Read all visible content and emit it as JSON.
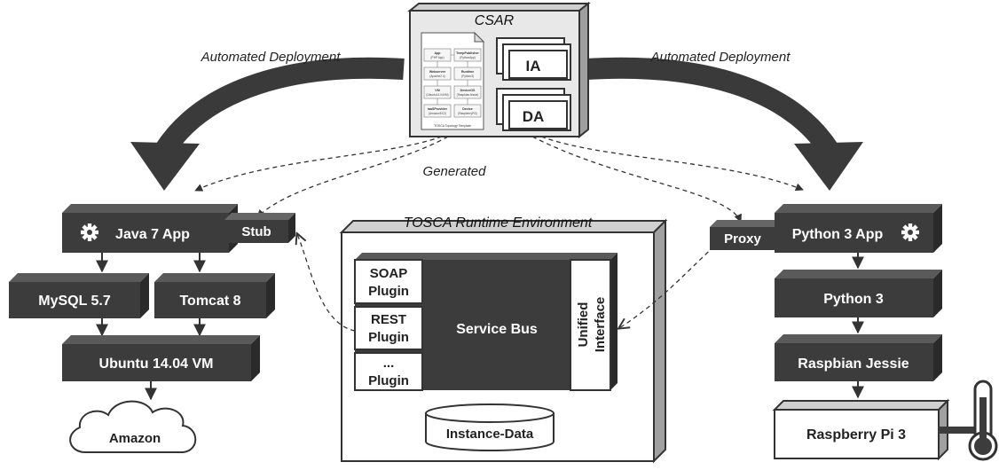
{
  "csar": {
    "title": "CSAR",
    "ia_label": "IA",
    "da_label": "DA",
    "topology": {
      "nodes_left": [
        {
          "name": "App",
          "type": "(PHP App)"
        },
        {
          "name": "Webserver",
          "type": "(Apache2.4)"
        },
        {
          "name": "VM",
          "type": "(Ubuntu14.04VM)"
        },
        {
          "name": "laaSProvider",
          "type": "(AmazonEC2)"
        }
      ],
      "nodes_right": [
        {
          "name": "TempPublisher",
          "type": "(PythonApp)"
        },
        {
          "name": "Runtime",
          "type": "(Python3)"
        },
        {
          "name": "DeviceOS",
          "type": "(RaspbianJessie)"
        },
        {
          "name": "Device",
          "type": "(RaspberryPi3)"
        }
      ],
      "caption": "TOSCA Topology Template"
    }
  },
  "labels": {
    "automated_deployment_left": "Automated Deployment",
    "automated_deployment_right": "Automated Deployment",
    "generated": "Generated"
  },
  "left_stack": {
    "app": "Java 7 App",
    "stub": "Stub",
    "mysql": "MySQL 5.7",
    "tomcat": "Tomcat 8",
    "ubuntu": "Ubuntu 14.04 VM",
    "cloud": "Amazon"
  },
  "runtime": {
    "title": "TOSCA Runtime Environment",
    "plugins": [
      {
        "line1": "SOAP",
        "line2": "Plugin"
      },
      {
        "line1": "REST",
        "line2": "Plugin"
      },
      {
        "line1": "...",
        "line2": "Plugin"
      }
    ],
    "service_bus": "Service Bus",
    "unified_interface": {
      "line1": "Unified",
      "line2": "Interface"
    },
    "instance_data": "Instance-Data"
  },
  "right_stack": {
    "proxy": "Proxy",
    "app": "Python 3 App",
    "python": "Python 3",
    "raspbian": "Raspbian Jessie",
    "raspberry": "Raspberry Pi 3"
  }
}
